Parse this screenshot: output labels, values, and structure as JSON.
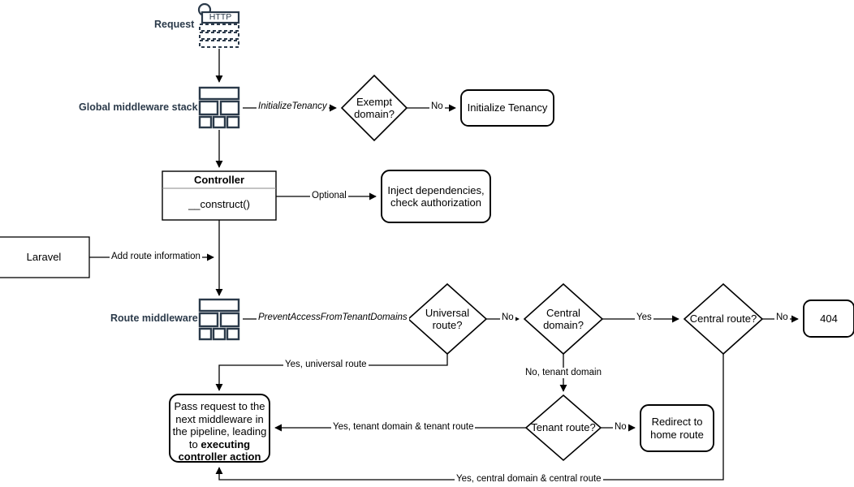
{
  "diagram": {
    "title": "Laravel multi-tenancy request lifecycle flowchart",
    "colors": {
      "stroke": "#000000",
      "icon": "#2B3A4A",
      "label": "#2B3A4A",
      "background": "#ffffff"
    },
    "side_labels": [
      {
        "id": "request",
        "text": "Request"
      },
      {
        "id": "global-middleware-stack",
        "text": "Global middleware stack"
      },
      {
        "id": "route-middleware",
        "text": "Route middleware"
      }
    ],
    "icons": [
      {
        "id": "http-request-icon",
        "caption": "HTTP"
      },
      {
        "id": "middleware-stack-icon-global"
      },
      {
        "id": "middleware-stack-icon-route"
      }
    ],
    "nodes": [
      {
        "id": "exempt-domain",
        "shape": "diamond",
        "text": "Exempt\ndomain?"
      },
      {
        "id": "initialize-tenancy",
        "shape": "rounded-rect",
        "text": "Initialize Tenancy"
      },
      {
        "id": "controller",
        "shape": "class",
        "title": "Controller",
        "body": "__construct()"
      },
      {
        "id": "inject-dependencies",
        "shape": "rounded-rect",
        "text": "Inject dependencies,\ncheck authorization"
      },
      {
        "id": "laravel",
        "shape": "rect",
        "text": "Laravel"
      },
      {
        "id": "universal-route",
        "shape": "diamond",
        "text": "Universal\nroute?"
      },
      {
        "id": "central-domain",
        "shape": "diamond",
        "text": "Central\ndomain?"
      },
      {
        "id": "central-route",
        "shape": "diamond",
        "text": "Central\nroute?"
      },
      {
        "id": "not-found",
        "shape": "rounded-rect",
        "text": "404"
      },
      {
        "id": "tenant-route",
        "shape": "diamond",
        "text": "Tenant\nroute?"
      },
      {
        "id": "redirect-home",
        "shape": "rounded-rect",
        "text": "Redirect to\nhome route"
      },
      {
        "id": "pass-request",
        "shape": "rounded-rect",
        "text_plain": "Pass request to the next middleware in the pipeline, leading to executing controller action",
        "text_normal": "Pass request to the\nnext middleware in\nthe pipeline, leading\nto ",
        "text_bold": "executing\ncontroller action"
      }
    ],
    "edge_labels": [
      {
        "id": "initialize-tenancy-edge",
        "text": "InitializeTenancy",
        "style": "italic"
      },
      {
        "id": "exempt-domain-no",
        "text": "No"
      },
      {
        "id": "controller-optional",
        "text": "Optional"
      },
      {
        "id": "laravel-add-route-information",
        "text": "Add route information"
      },
      {
        "id": "prevent-access-edge",
        "text": "PreventAccessFromTenantDomains",
        "style": "italic"
      },
      {
        "id": "universal-route-no",
        "text": "No"
      },
      {
        "id": "central-domain-yes",
        "text": "Yes"
      },
      {
        "id": "central-route-no",
        "text": "No"
      },
      {
        "id": "central-domain-no-tenant",
        "text": "No, tenant domain"
      },
      {
        "id": "universal-route-yes",
        "text": "Yes, universal route"
      },
      {
        "id": "tenant-route-yes",
        "text": "Yes, tenant domain & tenant route"
      },
      {
        "id": "tenant-route-no",
        "text": "No"
      },
      {
        "id": "central-route-yes",
        "text": "Yes, central domain & central route"
      }
    ]
  }
}
